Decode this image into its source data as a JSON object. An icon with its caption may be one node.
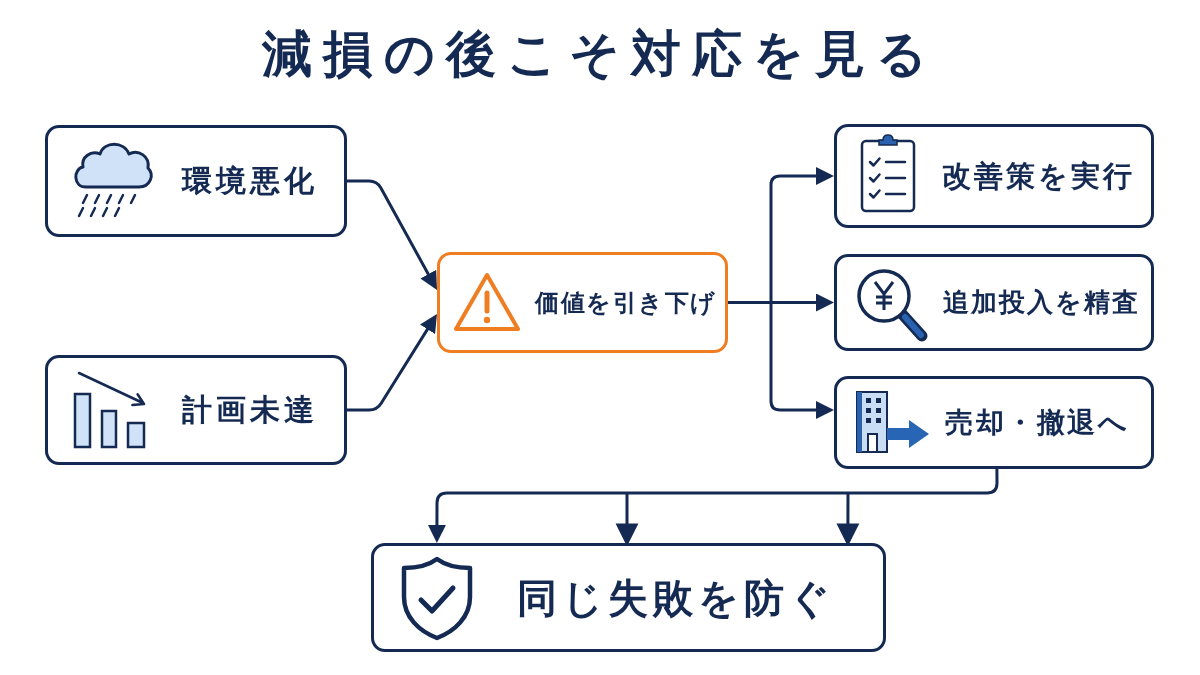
{
  "diagram": {
    "title": "減損の後こそ対応を見る",
    "nodes": [
      {
        "text": [
          "環境悪化"
        ]
      },
      {
        "text": [
          "計画未達"
        ]
      },
      {
        "text": [
          "価値を引き下げ"
        ]
      },
      {
        "text": [
          "改善策を実行"
        ]
      },
      {
        "text": [
          "追加投入を精査"
        ]
      },
      {
        "text": [
          "売却・撤退へ"
        ]
      },
      {
        "text": [
          "同じ失敗を防ぐ"
        ]
      }
    ],
    "edges": [
      {
        "from": 0,
        "to": 2,
        "arrow": "to"
      },
      {
        "from": 1,
        "to": 2,
        "arrow": "to"
      },
      {
        "from": 2,
        "to": 3,
        "arrow": "to"
      },
      {
        "from": 2,
        "to": 4,
        "arrow": "to"
      },
      {
        "from": 2,
        "to": 5,
        "arrow": "to"
      },
      {
        "from": 5,
        "to": 6,
        "arrow": "to"
      }
    ]
  }
}
